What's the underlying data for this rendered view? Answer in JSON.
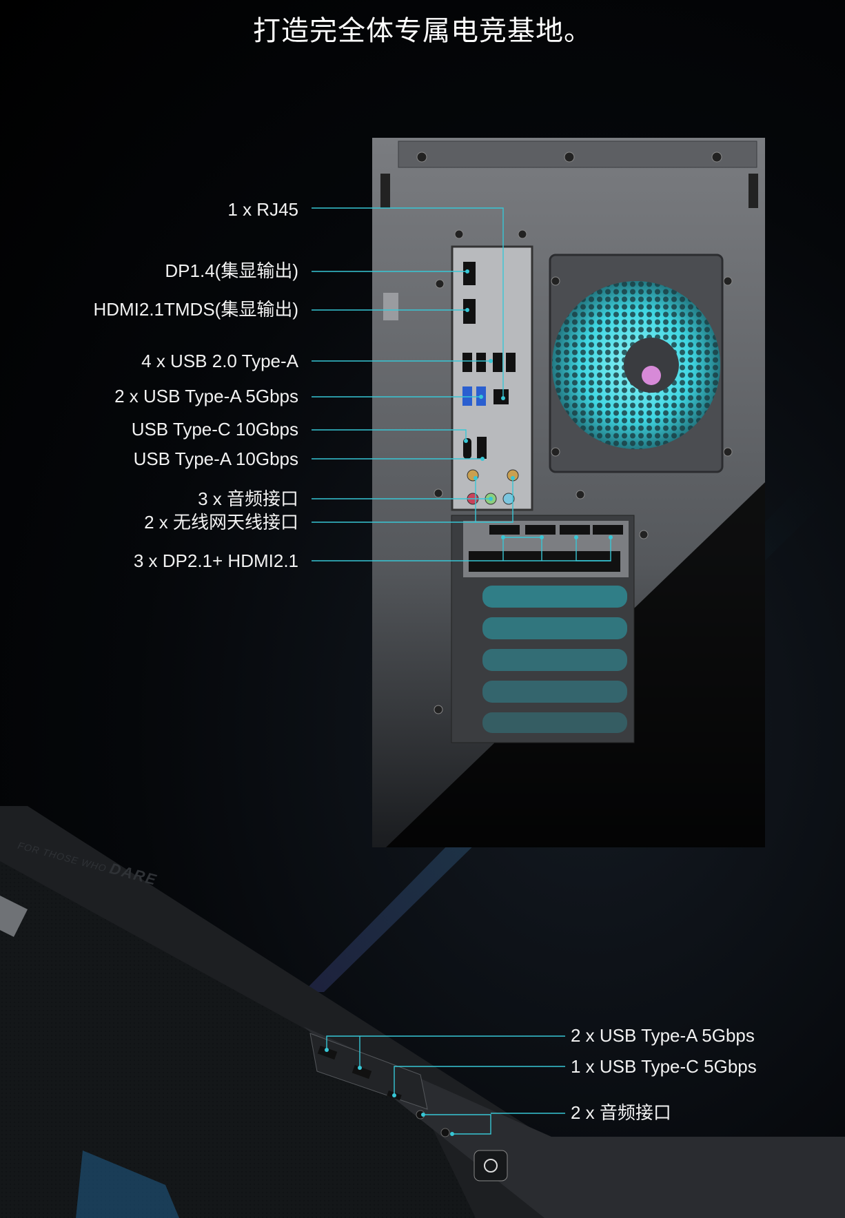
{
  "title": "打造完全体专属电竞基地。",
  "rear_panel_ports": [
    {
      "label": "1 x RJ45"
    },
    {
      "label": "DP1.4(集显输出)"
    },
    {
      "label": "HDMI2.1TMDS(集显输出)"
    },
    {
      "label": "4 x USB 2.0 Type-A"
    },
    {
      "label": "2 x USB Type-A 5Gbps"
    },
    {
      "label": "USB Type-C 10Gbps"
    },
    {
      "label": "USB Type-A 10Gbps"
    },
    {
      "label": "3 x 音频接口"
    },
    {
      "label": "2 x 无线网天线接口"
    },
    {
      "label": "3 x DP2.1+ HDMI2.1"
    }
  ],
  "front_panel_ports": [
    {
      "label": "2 x USB Type-A 5Gbps"
    },
    {
      "label": "1 x USB Type-C 5Gbps"
    },
    {
      "label": "2 x 音频接口"
    }
  ],
  "case_branding": {
    "tagline": "FOR THOSE WHO",
    "emphasis": "DARE"
  },
  "colors": {
    "callout_line": "#37c7d6",
    "background": "#000000",
    "case_metal": "#6b6d70",
    "fan_glow": "#48e0ea"
  }
}
